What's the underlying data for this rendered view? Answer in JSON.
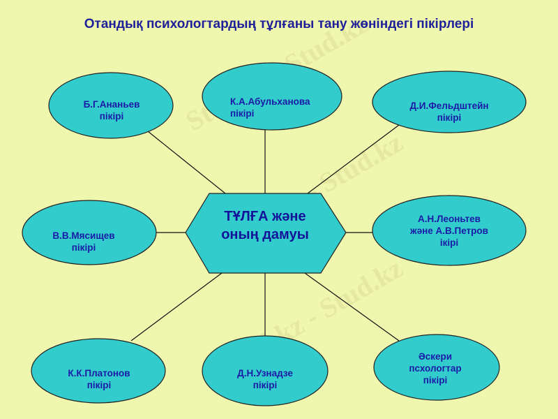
{
  "title": "Отандық психологтардың тұлғаны тану жөніндегі пікірлері",
  "center": {
    "line1": "ТҰЛҒА және",
    "line2": "оның дамуы"
  },
  "nodes": [
    {
      "id": "ananyev",
      "line1": "Б.Г.Ананьев",
      "line2": "пікірі"
    },
    {
      "id": "abulkhanova",
      "line1": "К.А.Абульханова",
      "line2": "пікірі"
    },
    {
      "id": "feldshtein",
      "line1": "Д.И.Фельдштейн",
      "line2": "пікірі"
    },
    {
      "id": "myasishchev",
      "line1": "В.В.Мясищев",
      "line2": "пікірі"
    },
    {
      "id": "leontiev-petrov",
      "line1": "А.Н.Леоньтев",
      "line2": "және А.В.Петров",
      "line3": "ікірі"
    },
    {
      "id": "platonov",
      "line1": "К.К.Платонов",
      "line2": "пікірі"
    },
    {
      "id": "uznadze",
      "line1": "Д.Н.Узнадзе",
      "line2": "пікірі"
    },
    {
      "id": "askeri",
      "line1": "Әскери",
      "line2": "псхологтар",
      "line3": "пікірі"
    }
  ],
  "watermark": "Stud.kz - Stud.kz",
  "colors": {
    "background": "#eff6ae",
    "node_fill": "#33cccc",
    "text": "#1a1aa6",
    "line": "#000000"
  }
}
